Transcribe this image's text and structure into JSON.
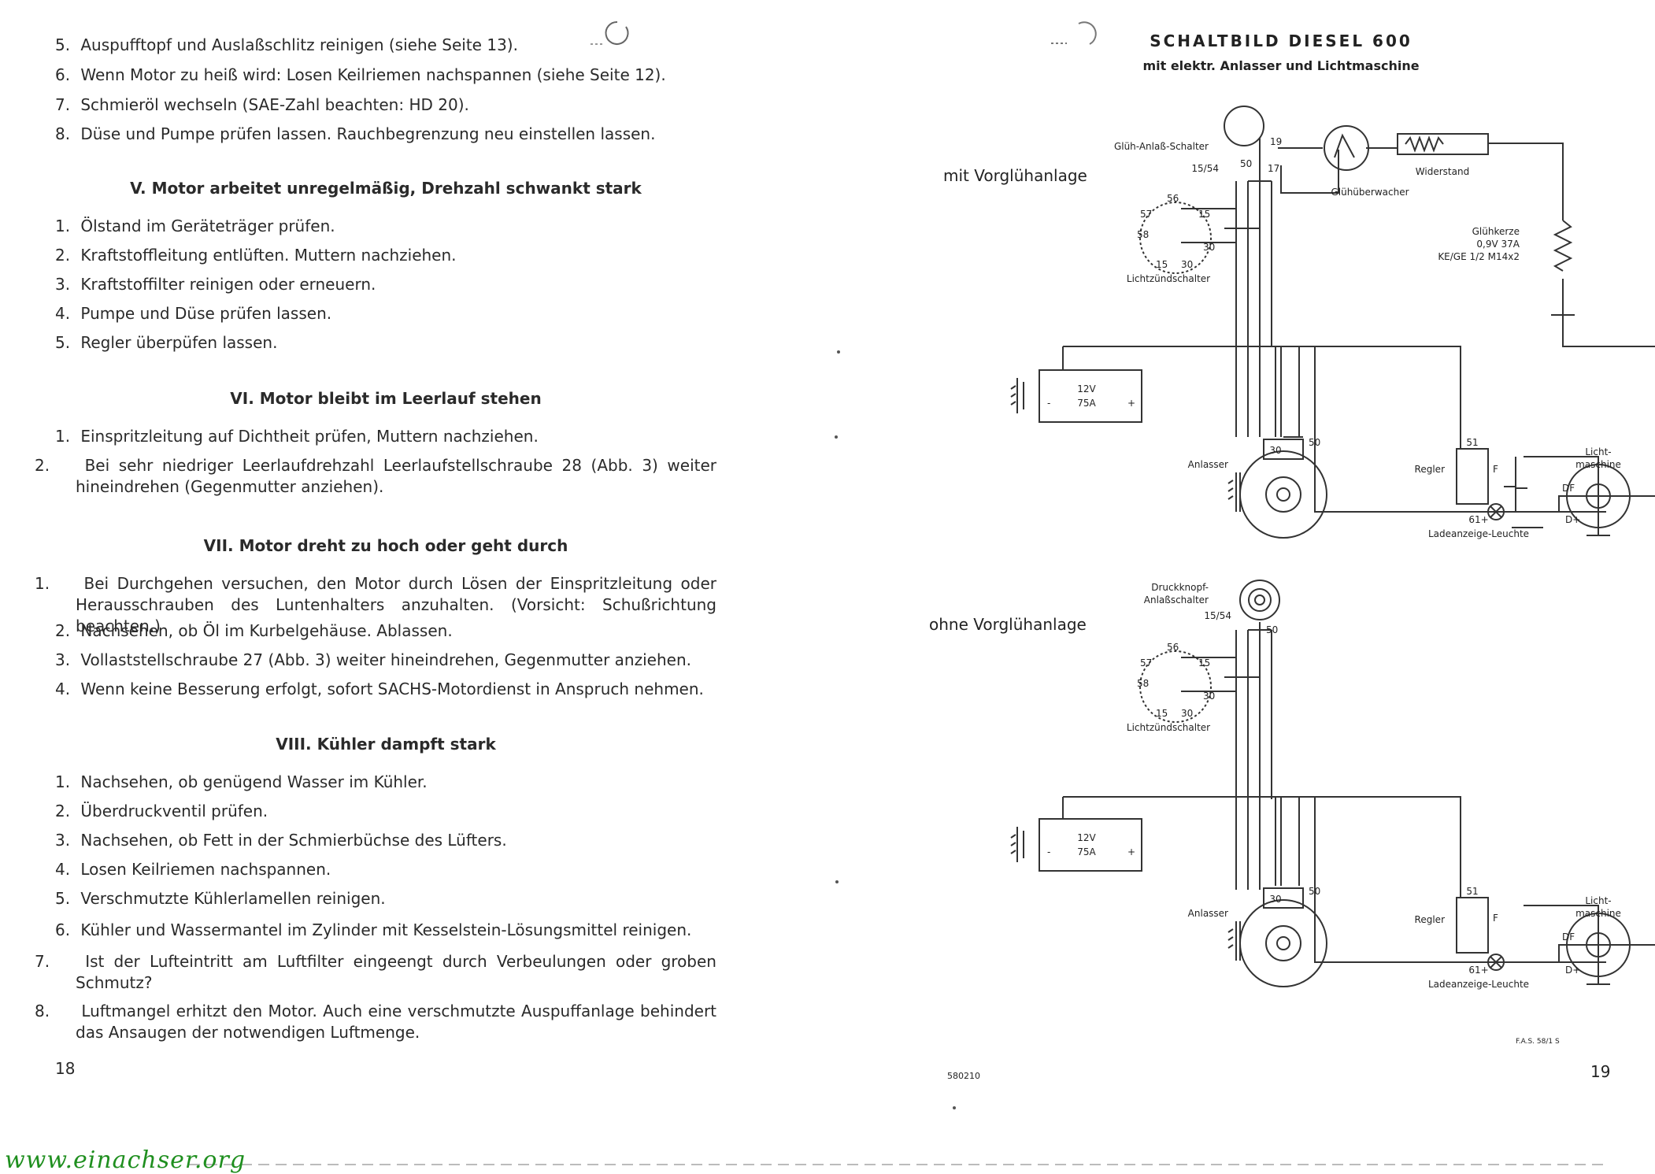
{
  "left_page": {
    "list1": [
      {
        "num": "5.",
        "text": "Auspufftopf und Auslaßschlitz reinigen (siehe Seite 13)."
      },
      {
        "num": "6.",
        "text": "Wenn Motor zu heiß wird: Losen Keilriemen nachspannen (siehe Seite 12)."
      },
      {
        "num": "7.",
        "text": "Schmieröl wechseln (SAE-Zahl beachten: HD 20)."
      },
      {
        "num": "8.",
        "text": "Düse und Pumpe prüfen lassen. Rauchbegrenzung neu einstellen lassen."
      }
    ],
    "section5": {
      "heading": "V. Motor arbeitet unregelmäßig, Drehzahl schwankt stark",
      "items": [
        {
          "num": "1.",
          "text": "Ölstand im Geräteträger prüfen."
        },
        {
          "num": "2.",
          "text": "Kraftstoffleitung entlüften. Muttern nachziehen."
        },
        {
          "num": "3.",
          "text": "Kraftstoffilter reinigen oder erneuern."
        },
        {
          "num": "4.",
          "text": "Pumpe und Düse prüfen lassen."
        },
        {
          "num": "5.",
          "text": "Regler überpüfen lassen."
        }
      ]
    },
    "section6": {
      "heading": "VI. Motor bleibt im Leerlauf stehen",
      "items": [
        {
          "num": "1.",
          "text": "Einspritzleitung auf Dichtheit prüfen, Muttern nachziehen."
        },
        {
          "num": "2.",
          "text": "Bei sehr niedriger Leerlaufdrehzahl Leerlaufstellschraube 28 (Abb. 3) weiter hineindrehen (Gegenmutter anziehen)."
        }
      ]
    },
    "section7": {
      "heading": "VII. Motor dreht zu hoch oder geht durch",
      "items": [
        {
          "num": "1.",
          "text": "Bei Durchgehen versuchen, den Motor durch Lösen der Einspritzleitung oder Herausschrauben des Luntenhalters anzuhalten. (Vorsicht: Schußrichtung beachten.)"
        },
        {
          "num": "2.",
          "text": "Nachsehen, ob Öl im Kurbelgehäuse. Ablassen."
        },
        {
          "num": "3.",
          "text": "Vollaststellschraube 27 (Abb. 3) weiter hineindrehen, Gegenmutter anziehen."
        },
        {
          "num": "4.",
          "text": "Wenn keine Besserung erfolgt, sofort SACHS-Motordienst in Anspruch nehmen."
        }
      ]
    },
    "section8": {
      "heading": "VIII. Kühler dampft stark",
      "items": [
        {
          "num": "1.",
          "text": "Nachsehen, ob genügend Wasser im Kühler."
        },
        {
          "num": "2.",
          "text": "Überdruckventil prüfen."
        },
        {
          "num": "3.",
          "text": "Nachsehen, ob Fett in der Schmierbüchse des Lüfters."
        },
        {
          "num": "4.",
          "text": "Losen Keilriemen nachspannen."
        },
        {
          "num": "5.",
          "text": "Verschmutzte Kühlerlamellen reinigen."
        },
        {
          "num": "6.",
          "text": "Kühler und Wassermantel im Zylinder mit Kesselstein-Lösungsmittel reinigen."
        },
        {
          "num": "7.",
          "text": "Ist der Lufteintritt am Luftfilter eingeengt durch Verbeulungen oder groben Schmutz?"
        },
        {
          "num": "8.",
          "text": "Luftmangel erhitzt den Motor. Auch eine verschmutzte Auspuffanlage behindert das Ansaugen der notwendigen Luftmenge."
        }
      ]
    },
    "page_number": "18"
  },
  "right_page": {
    "title": "SCHALTBILD DIESEL 600",
    "subtitle": "mit elektr. Anlasser und Lichtmaschine",
    "diagram1": {
      "caption": "mit Vorglühanlage",
      "labels": {
        "glueh_anlass_schalter": "Glüh-Anlaß-Schalter",
        "t19": "19",
        "t15_54": "15/54",
        "t50": "50",
        "t17": "17",
        "widerstand": "Widerstand",
        "glueh_ueberwacher": "Glühüberwacher",
        "gluehkerze": "Glühkerze",
        "gluehkerze_spec1": "0,9V 37A",
        "gluehkerze_spec2": "KE/GE 1/2 M14x2",
        "t56": "56",
        "t57": "57",
        "t58": "58",
        "t15a": "15",
        "t15b": "15",
        "t30a": "30",
        "t30b": "30",
        "lichtzuendschalter": "Lichtzündschalter",
        "battery_v": "12V",
        "battery_a": "75A",
        "battery_minus": "-",
        "battery_plus": "+",
        "anlasser": "Anlasser",
        "a30": "30",
        "a50": "50",
        "regler": "Regler",
        "r51": "51",
        "rF": "F",
        "r61": "61+",
        "licht": "Licht-",
        "maschine": "maschine",
        "DF": "DF",
        "Dplus": "D+",
        "ladeanzeige": "Ladeanzeige-Leuchte"
      }
    },
    "diagram2": {
      "caption": "ohne Vorglühanlage",
      "labels": {
        "druckknopf": "Druckknopf-",
        "anlass_schalter": "Anlaßschalter",
        "t15_54": "15/54",
        "t50": "50",
        "t56": "56",
        "t57": "57",
        "t58": "58",
        "t15a": "15",
        "t15b": "15",
        "t30a": "30",
        "t30b": "30",
        "lichtzuendschalter": "Lichtzündschalter",
        "battery_v": "12V",
        "battery_a": "75A",
        "battery_minus": "-",
        "battery_plus": "+",
        "anlasser": "Anlasser",
        "a30": "30",
        "a50": "50",
        "regler": "Regler",
        "r51": "51",
        "rF": "F",
        "r61": "61+",
        "licht": "Licht-",
        "maschine": "maschine",
        "DF": "DF",
        "Dplus": "D+",
        "ladeanzeige": "Ladeanzeige-Leuchte"
      }
    },
    "signature_mark": "F.A.S. 58/1 S",
    "print_code": "580210",
    "page_number": "19"
  },
  "watermark": "www.einachser.org"
}
